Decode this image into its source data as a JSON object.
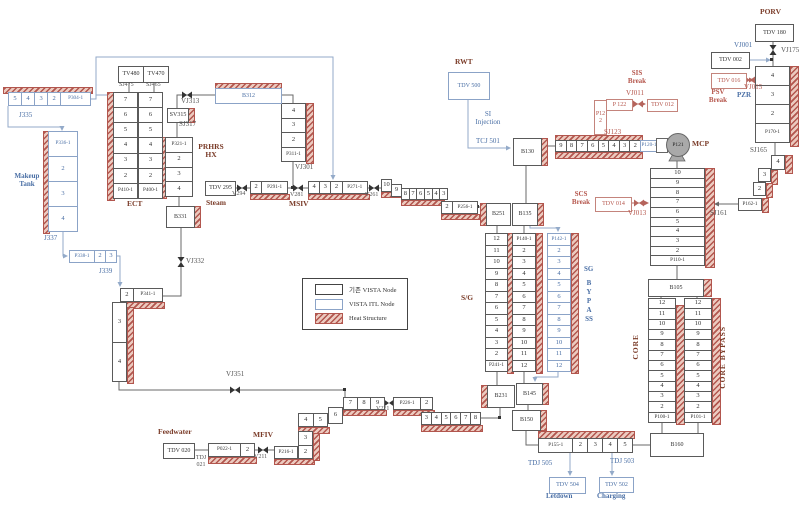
{
  "legend": {
    "items": [
      {
        "label": "기존 VISTA Node",
        "type": "plain"
      },
      {
        "label": "VISTA ITL Node",
        "type": "itl"
      },
      {
        "label": "Heat Structure",
        "type": "heat"
      }
    ]
  },
  "boxes": {
    "tv480": "TV480",
    "tv470": "TV470",
    "sv315": "SV315",
    "b312": "B312",
    "b331": "B331",
    "tdv295": "TDV 295",
    "tdv020": "TDV 020",
    "tdv500": "TDV 500",
    "b130": "B130",
    "b251": "B251",
    "b135": "B135",
    "b105": "B105",
    "b145": "B145",
    "b231": "B231",
    "b150": "B150",
    "b160": "B160",
    "tdv180": "TDV 180",
    "tdv002": "TDV 002",
    "tdv016": "TDV 016",
    "tdv014": "TDV 014",
    "tdv012": "TDV 012",
    "p122h": "P 122",
    "p122v": "P122",
    "tdv504": "TDV 504",
    "tdv502": "TDV 502",
    "p121": "P121"
  },
  "labels": {
    "porv": "PORV",
    "vj175": "VJ175",
    "vj001": "VJ001",
    "psv_break": "PSV\nBreak",
    "pzr": "PZR",
    "sj165": "SJ165",
    "sj161": "SJ161",
    "mcp": "MCP",
    "sis_break": "SIS\nBreak",
    "vj011": "VJ011",
    "sj123": "SJ123",
    "scs_break": "SCS\nBreak",
    "vj013": "VJ013",
    "vj015": "VJ015",
    "rwt": "RWT",
    "si_injection": "SI\nInjection",
    "tcj501": "TCJ 501",
    "sg": "S/G",
    "sg_bypass_sg": "SG",
    "sg_bypass_v": "BYPASS",
    "core": "CORE",
    "core_bypass": "CORE BYPASS",
    "steam": "Steam",
    "msiv": "MSIV",
    "v294": "V294",
    "v281": "V281",
    "v261": "V261",
    "vj301": "VJ301",
    "vj313": "VJ313",
    "sj317": "SJ317",
    "sj475": "SJ475",
    "sj465": "SJ465",
    "prhrs_hx": "PRHRS\nHX",
    "ect": "ECT",
    "j335": "J335",
    "makeup_tank": "Makeup\nTank",
    "j337": "J337",
    "j339": "J339",
    "vj332": "VJ332",
    "vj351": "VJ351",
    "v221": "V221",
    "feedwater": "Feedwater",
    "tdj021": "TDJ\n021",
    "mfiv": "MFIV",
    "v211": "V211",
    "tdj505": "TDJ 505",
    "letdown": "Letdown",
    "tdj503": "TDJ 503",
    "charging": "Charging"
  },
  "stacks": {
    "p304_row": [
      "5",
      "4",
      "3",
      "2",
      "P304-1"
    ],
    "makeup": [
      "P336-1",
      "2",
      "3",
      "4"
    ],
    "p338_row": [
      "P338-1",
      "2",
      "3"
    ],
    "ect_left": [
      "7",
      "6",
      "5",
      "4",
      "3",
      "2",
      "P410-1"
    ],
    "ect_right": [
      "7",
      "6",
      "5",
      "4",
      "3",
      "2",
      "P400-1"
    ],
    "p321": [
      "P321-1",
      "2",
      "3",
      "4"
    ],
    "p311": [
      "4",
      "3",
      "2",
      "P311-1"
    ],
    "p341_h": [
      "2",
      "P341-1"
    ],
    "p341_v": [
      "3",
      "4"
    ],
    "p291_row": [
      "2",
      "P291-1"
    ],
    "p271_row": [
      "4",
      "3",
      "2",
      "P271-1"
    ],
    "ms10": [
      "10"
    ],
    "ms9": [
      "9"
    ],
    "ms_row": [
      "8",
      "7",
      "6",
      "5",
      "4",
      "3"
    ],
    "p256_row": [
      "2",
      "P256-1"
    ],
    "mcp_row": [
      "9",
      "8",
      "7",
      "6",
      "5",
      "4",
      "3",
      "2"
    ],
    "p120": [
      "P120-1"
    ],
    "p110": [
      "10",
      "9",
      "8",
      "7",
      "6",
      "5",
      "4",
      "3",
      "2",
      "P110-1"
    ],
    "pzr": [
      "4",
      "3",
      "2",
      "P170-1"
    ],
    "surge4": [
      "4"
    ],
    "surge3": [
      "3"
    ],
    "surge2": [
      "2"
    ],
    "p162": [
      "P162-1"
    ],
    "sg_left": [
      "12",
      "11",
      "10",
      "9",
      "8",
      "7",
      "6",
      "5",
      "4",
      "3",
      "2",
      "P241-1"
    ],
    "sg_mid": [
      "P140-1",
      "2",
      "3",
      "4",
      "5",
      "6",
      "7",
      "8",
      "9",
      "10",
      "11",
      "12"
    ],
    "sg_right": [
      "P142-1",
      "2",
      "3",
      "4",
      "5",
      "6",
      "7",
      "8",
      "9",
      "10",
      "11",
      "12"
    ],
    "core_left": [
      "12",
      "11",
      "10",
      "9",
      "8",
      "7",
      "6",
      "5",
      "4",
      "3",
      "2",
      "P100-1"
    ],
    "core_right": [
      "12",
      "11",
      "10",
      "9",
      "8",
      "7",
      "6",
      "5",
      "4",
      "3",
      "2",
      "P101-1"
    ],
    "p155_row": [
      "P155-1",
      "2",
      "3",
      "4",
      "5"
    ],
    "feed_row": [
      "P022-1",
      "2"
    ],
    "p216": [
      "P216-1"
    ],
    "fw_23": [
      "3",
      "2"
    ],
    "fw_45": [
      "4",
      "5"
    ],
    "fw_6": [
      "6"
    ],
    "fw_789": [
      "7",
      "8",
      "9"
    ],
    "p226_row": [
      "P226-1",
      "2"
    ],
    "row38": [
      "3",
      "4",
      "5",
      "6",
      "7",
      "8"
    ]
  },
  "colors": {
    "plain_node": "#5a5a5a",
    "itl_node": "#8ba3c7",
    "heat_structure": "#b2564e",
    "system_label": "#7a3b28",
    "blue_label": "#4a6fa5",
    "red_label": "#b5564c"
  }
}
